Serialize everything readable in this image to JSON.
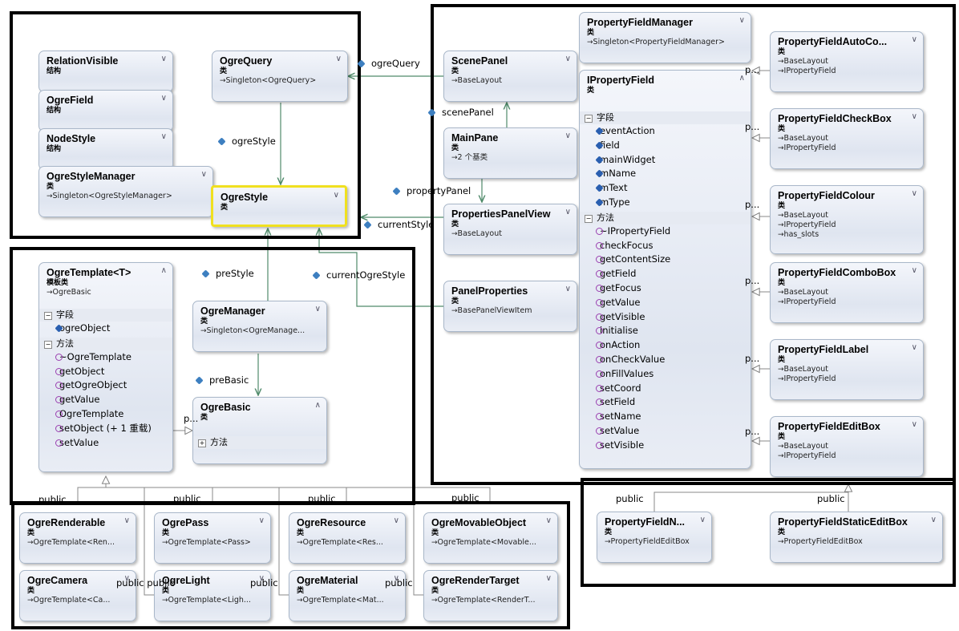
{
  "classes": [
    {
      "id": "RelationVisible",
      "name": "RelationVisible",
      "kind": "结构",
      "base": ""
    },
    {
      "id": "OgreField",
      "name": "OgreField",
      "kind": "结构",
      "base": ""
    },
    {
      "id": "NodeStyle",
      "name": "NodeStyle",
      "kind": "结构",
      "base": ""
    },
    {
      "id": "OgreStyleManager",
      "name": "OgreStyleManager",
      "kind": "类",
      "base": "Singleton<OgreStyleManager>"
    },
    {
      "id": "OgreQuery",
      "name": "OgreQuery",
      "kind": "类",
      "base": "Singleton<OgreQuery>"
    },
    {
      "id": "OgreStyle",
      "name": "OgreStyle",
      "kind": "类",
      "base": ""
    },
    {
      "id": "ScenePanel",
      "name": "ScenePanel",
      "kind": "类",
      "base": "BaseLayout"
    },
    {
      "id": "MainPane",
      "name": "MainPane",
      "kind": "类",
      "base": "2 个基类"
    },
    {
      "id": "PropertiesPanelView",
      "name": "PropertiesPanelView",
      "kind": "类",
      "base": "BaseLayout"
    },
    {
      "id": "PanelProperties",
      "name": "PanelProperties",
      "kind": "类",
      "base": "BasePanelViewItem"
    },
    {
      "id": "PropertyFieldManager",
      "name": "PropertyFieldManager",
      "kind": "类",
      "base": "Singleton<PropertyFieldManager>"
    },
    {
      "id": "OgreManager",
      "name": "OgreManager",
      "kind": "类",
      "base": "Singleton<OgreManage..."
    },
    {
      "id": "OgreRenderable",
      "name": "OgreRenderable",
      "kind": "类",
      "base": "OgreTemplate<Ren..."
    },
    {
      "id": "OgrePass",
      "name": "OgrePass",
      "kind": "类",
      "base": "OgreTemplate<Pass>"
    },
    {
      "id": "OgreResource",
      "name": "OgreResource",
      "kind": "类",
      "base": "OgreTemplate<Res..."
    },
    {
      "id": "OgreMovableObject",
      "name": "OgreMovableObject",
      "kind": "类",
      "base": "OgreTemplate<Movable..."
    },
    {
      "id": "OgreCamera",
      "name": "OgreCamera",
      "kind": "类",
      "base": "OgreTemplate<Ca..."
    },
    {
      "id": "OgreLight",
      "name": "OgreLight",
      "kind": "类",
      "base": "OgreTemplate<Ligh..."
    },
    {
      "id": "OgreMaterial",
      "name": "OgreMaterial",
      "kind": "类",
      "base": "OgreTemplate<Mat..."
    },
    {
      "id": "OgreRenderTarget",
      "name": "OgreRenderTarget",
      "kind": "类",
      "base": "OgreTemplate<RenderT..."
    },
    {
      "id": "PropertyFieldN",
      "name": "PropertyFieldN...",
      "kind": "类",
      "base": "PropertyFieldEditBox"
    },
    {
      "id": "PropertyFieldStaticEditBox",
      "name": "PropertyFieldStaticEditBox",
      "kind": "类",
      "base": "PropertyFieldEditBox"
    }
  ],
  "propertyFields": [
    {
      "name": "PropertyFieldAutoCo...",
      "kind": "类",
      "bases": [
        "BaseLayout",
        "IPropertyField"
      ]
    },
    {
      "name": "PropertyFieldCheckBox",
      "kind": "类",
      "bases": [
        "BaseLayout",
        "IPropertyField"
      ]
    },
    {
      "name": "PropertyFieldColour",
      "kind": "类",
      "bases": [
        "BaseLayout",
        "IPropertyField",
        "has_slots"
      ]
    },
    {
      "name": "PropertyFieldComboBox",
      "kind": "类",
      "bases": [
        "BaseLayout",
        "IPropertyField"
      ]
    },
    {
      "name": "PropertyFieldLabel",
      "kind": "类",
      "bases": [
        "BaseLayout",
        "IPropertyField"
      ]
    },
    {
      "name": "PropertyFieldEditBox",
      "kind": "类",
      "bases": [
        "BaseLayout",
        "IPropertyField"
      ]
    }
  ],
  "ogreTemplate": {
    "name": "OgreTemplate<T>",
    "kind": "模板类",
    "base": "OgreBasic",
    "fieldsTitle": "字段",
    "fields": [
      "ogreObject"
    ],
    "methodsTitle": "方法",
    "methods": [
      "~OgreTemplate",
      "getObject",
      "getOgreObject",
      "getValue",
      "OgreTemplate",
      "setObject (+ 1 重载)",
      "setValue"
    ]
  },
  "ogreBasic": {
    "name": "OgreBasic",
    "kind": "类",
    "methodsTitle": "方法"
  },
  "iPropertyField": {
    "name": "IPropertyField",
    "kind": "类",
    "fieldsTitle": "字段",
    "fields": [
      "eventAction",
      "field",
      "mainWidget",
      "mName",
      "mText",
      "mType"
    ],
    "methodsTitle": "方法",
    "methods": [
      "~IPropertyField",
      "checkFocus",
      "getContentSize",
      "getField",
      "getFocus",
      "getValue",
      "getVisible",
      "initialise",
      "onAction",
      "onCheckValue",
      "onFillValues",
      "setCoord",
      "setField",
      "setName",
      "setValue",
      "setVisible"
    ]
  },
  "associations": {
    "ogreQuery": "ogreQuery",
    "scenePanel": "scenePanel",
    "ogreStyle": "ogreStyle",
    "propertyPanel": "propertyPanel",
    "currentStyle": "currentStyle",
    "preStyle": "preStyle",
    "currentOgreStyle": "currentOgreStyle",
    "preBasic": "preBasic"
  },
  "inheritance": {
    "public": "public",
    "p": "p...",
    "pe": "p...",
    "pub": "public",
    "pubpub": "public public"
  },
  "colors": {
    "highlight": "#f0e020",
    "groupBorder": "#000000",
    "connector": "#4f8a6a"
  }
}
